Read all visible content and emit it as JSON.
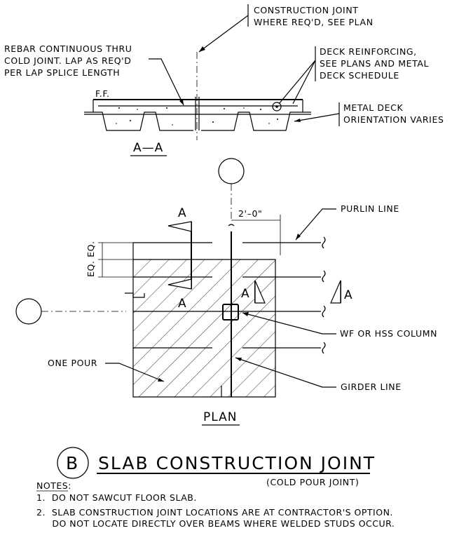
{
  "section": {
    "label_construction_joint": [
      "CONSTRUCTION JOINT",
      "WHERE REQ'D, SEE PLAN"
    ],
    "label_rebar": [
      "REBAR CONTINUOUS THRU",
      "COLD JOINT. LAP AS REQ'D",
      "PER LAP SPLICE LENGTH"
    ],
    "label_deck_reinforcing": [
      "DECK REINFORCING,",
      "SEE PLANS AND METAL",
      "DECK SCHEDULE"
    ],
    "label_metal_deck": [
      "METAL DECK",
      "ORIENTATION VARIES"
    ],
    "label_ff": "F.F.",
    "title": "A—A"
  },
  "plan": {
    "dimension": "2'–0\"",
    "dimension_eq": "EQ. EQ.",
    "section_marks": [
      "A",
      "A",
      "A",
      "A"
    ],
    "label_purlin": "PURLIN LINE",
    "label_column": "WF OR HSS COLUMN",
    "label_one_pour": "ONE POUR",
    "label_girder": "GIRDER LINE",
    "title": "PLAN"
  },
  "detail": {
    "tag": "B",
    "title": "SLAB CONSTRUCTION JOINT",
    "subtitle": "(COLD POUR JOINT)"
  },
  "notes": {
    "heading": "NOTES:",
    "items": [
      "1.  DO NOT SAWCUT FLOOR SLAB.",
      "2.  SLAB CONSTRUCTION JOINT LOCATIONS ARE AT CONTRACTOR'S OPTION.",
      "     DO NOT LOCATE DIRECTLY OVER BEAMS WHERE WELDED STUDS OCCUR."
    ]
  }
}
